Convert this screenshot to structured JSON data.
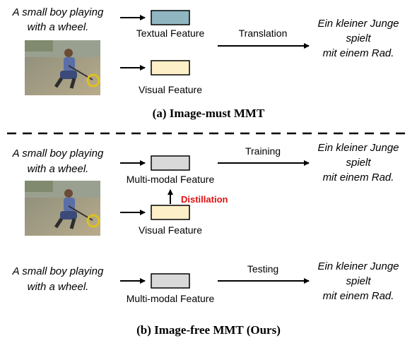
{
  "colors": {
    "textual_feature_fill": "#8fb6c1",
    "visual_feature_fill": "#fdf0c8",
    "multimodal_feature_fill": "#d9d9d9",
    "distillation_label": "#e01010",
    "stroke": "#000000"
  },
  "panel_a": {
    "source_caption": [
      "A small boy playing",
      "with a wheel."
    ],
    "textual_feature_label": "Textual Feature",
    "visual_feature_label": "Visual Feature",
    "translation_label": "Translation",
    "target_caption": [
      "Ein kleiner Junge",
      "spielt",
      "mit einem Rad."
    ],
    "photo_icon": "boy-with-wheel-photo",
    "title": "(a) Image-must MMT"
  },
  "panel_b": {
    "training": {
      "source_caption": [
        "A small boy playing",
        "with a wheel."
      ],
      "multimodal_feature_label": "Multi-modal Feature",
      "training_label": "Training",
      "distillation_label": "Distillation",
      "visual_feature_label": "Visual Feature",
      "photo_icon": "boy-with-wheel-photo",
      "target_caption": [
        "Ein kleiner Junge",
        "spielt",
        "mit einem Rad."
      ]
    },
    "testing": {
      "source_caption": [
        "A small boy playing",
        "with a wheel."
      ],
      "multimodal_feature_label": "Multi-modal Feature",
      "testing_label": "Testing",
      "target_caption": [
        "Ein kleiner Junge",
        "spielt",
        "mit einem Rad."
      ]
    },
    "title": "(b) Image-free MMT (Ours)"
  }
}
